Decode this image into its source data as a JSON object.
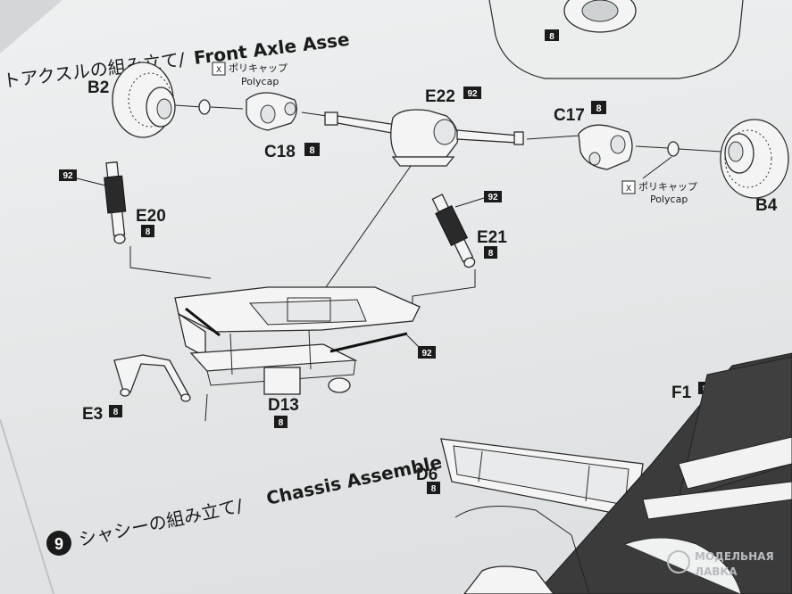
{
  "front_axle": {
    "title_ja": "トアクスルの組み立て/",
    "title_en": "Front Axle Asse"
  },
  "chassis": {
    "step_number": "9",
    "title_ja": "シャシーの組み立て/",
    "title_en": "Chassis Assemble"
  },
  "polycap": {
    "ja": "ポリキャップ",
    "en": "Polycap"
  },
  "top_panel": {
    "badge": "8"
  },
  "parts": {
    "b2": "B2",
    "b4": "B4",
    "c18": "C18",
    "c18_badge": "8",
    "c17": "C17",
    "c17_badge": "8",
    "e22": "E22",
    "e22_badge": "92",
    "e20": "E20",
    "e20_badge_top": "92",
    "e20_badge": "8",
    "e21": "E21",
    "e21_badge_top": "92",
    "e21_badge": "8",
    "rod_badge": "92",
    "e3": "E3",
    "e3_badge": "8",
    "d13": "D13",
    "d13_badge": "8",
    "d6": "D6",
    "d6_badge": "8",
    "f1": "F1",
    "f1_badge": "8"
  },
  "watermark": {
    "line1": "МОДЕЛЬНАЯ",
    "line2": "ЛАВКА"
  }
}
